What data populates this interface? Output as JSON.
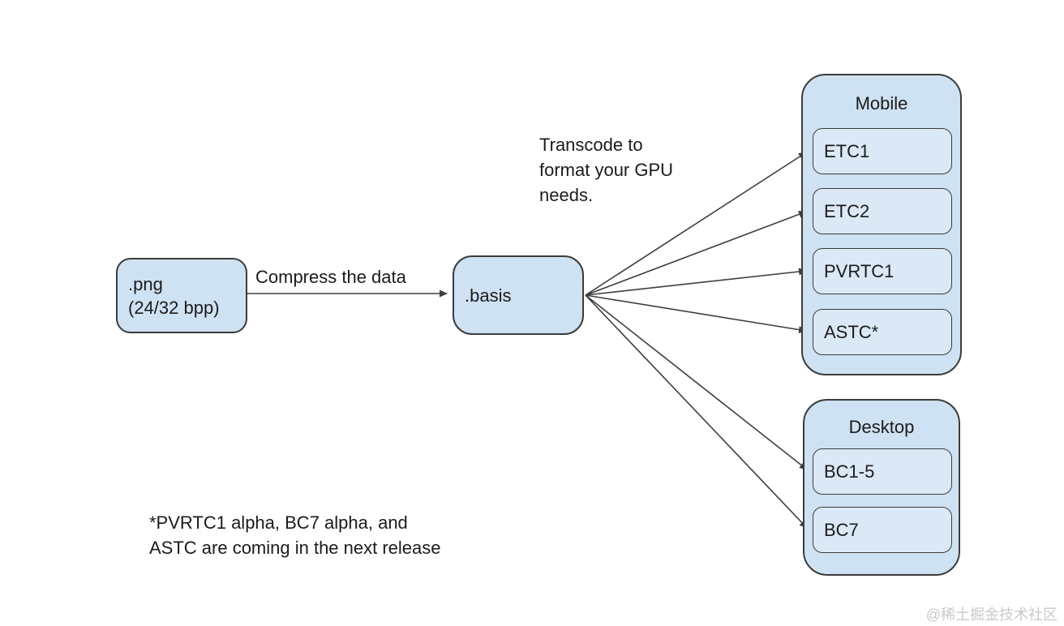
{
  "diagram": {
    "source_node": {
      "line1": ".png",
      "line2": "(24/32 bpp)"
    },
    "compress_label": "Compress the data",
    "basis_node": ".basis",
    "transcode_note": {
      "line1": "Transcode to",
      "line2": "format your GPU",
      "line3": "needs."
    },
    "mobile_group": {
      "title": "Mobile",
      "items": [
        "ETC1",
        "ETC2",
        "PVRTC1",
        "ASTC*"
      ]
    },
    "desktop_group": {
      "title": "Desktop",
      "items": [
        "BC1-5",
        "BC7"
      ]
    },
    "footnote": {
      "line1": "*PVRTC1 alpha, BC7 alpha, and",
      "line2": "ASTC are coming in the next release"
    },
    "watermark": "@稀土掘金技术社区"
  },
  "colors": {
    "node_fill": "#cfe2f3",
    "inner_fill": "#dbe9f6",
    "border": "#3c3c3c",
    "arrow": "#3f3f3f",
    "text": "#1b1b1b",
    "watermark": "#c9c9c9"
  }
}
